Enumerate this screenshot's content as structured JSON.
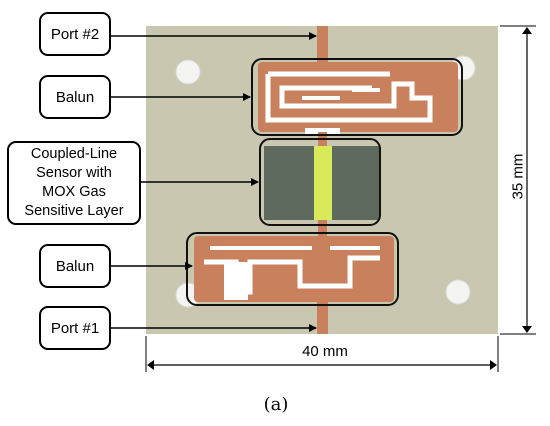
{
  "colors": {
    "board": "#cfcdb6",
    "copper": "#c9805c",
    "gap": "#ffffff",
    "sensing_layer": "#5f6a5f",
    "sensor_line": "#d8ea5a",
    "outline": "#111111"
  },
  "callouts": {
    "port2": "Port #2",
    "balun_top": "Balun",
    "sensor_line1": "Coupled-Line",
    "sensor_line2": "Sensor with",
    "sensor_line3": "MOX Gas",
    "sensor_line4": "Sensitive Layer",
    "balun_bottom": "Balun",
    "port1": "Port #1"
  },
  "dimensions": {
    "height": "35 mm",
    "width": "40 mm"
  },
  "caption": "(a)"
}
